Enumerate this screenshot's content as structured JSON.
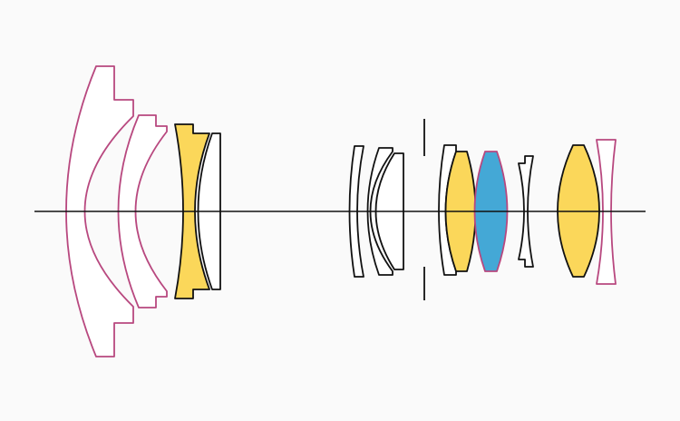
{
  "colors": {
    "background": "#fafafa",
    "outline_dark": "#111111",
    "outline_pink": "#b8487f",
    "fill_none": "#ffffff",
    "fill_yellow": "#fbd75a",
    "fill_blue": "#44a8d6",
    "axis": "#111111"
  },
  "elements": [
    {
      "id": "element-1",
      "group": 1,
      "outline": "pink",
      "fill": "none"
    },
    {
      "id": "element-2",
      "group": 1,
      "outline": "pink",
      "fill": "none"
    },
    {
      "id": "element-3",
      "group": 1,
      "outline": "dark",
      "fill": "yellow"
    },
    {
      "id": "element-4",
      "group": 1,
      "outline": "dark",
      "fill": "none"
    },
    {
      "id": "element-5",
      "group": 2,
      "outline": "dark",
      "fill": "none"
    },
    {
      "id": "element-6",
      "group": 2,
      "outline": "dark",
      "fill": "none"
    },
    {
      "id": "element-7",
      "group": 2,
      "outline": "dark",
      "fill": "none"
    },
    {
      "id": "element-8",
      "group": 3,
      "outline": "dark",
      "fill": "none"
    },
    {
      "id": "element-9",
      "group": 3,
      "outline": "dark",
      "fill": "yellow"
    },
    {
      "id": "element-10",
      "group": 3,
      "outline": "pink",
      "fill": "blue"
    },
    {
      "id": "element-11",
      "group": 3,
      "outline": "dark",
      "fill": "none"
    },
    {
      "id": "element-12",
      "group": 4,
      "outline": "dark",
      "fill": "yellow"
    },
    {
      "id": "element-13",
      "group": 4,
      "outline": "pink",
      "fill": "none"
    }
  ],
  "aperture_stop": {
    "present": true
  }
}
